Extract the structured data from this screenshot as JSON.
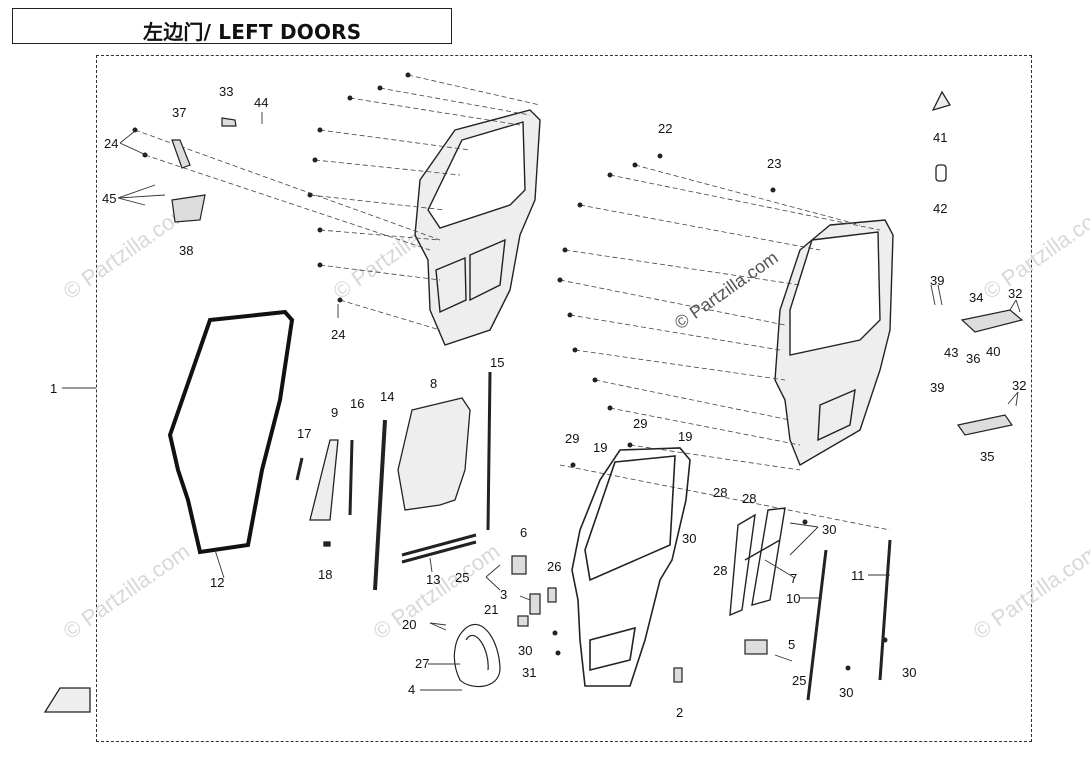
{
  "title": "左边门/ LEFT DOORS",
  "watermark": "© Partzilla.com",
  "callouts": [
    {
      "id": "c1",
      "label": "1"
    },
    {
      "id": "c2",
      "label": "2"
    },
    {
      "id": "c3",
      "label": "3"
    },
    {
      "id": "c4",
      "label": "4"
    },
    {
      "id": "c5",
      "label": "5"
    },
    {
      "id": "c6",
      "label": "6"
    },
    {
      "id": "c7",
      "label": "7"
    },
    {
      "id": "c8",
      "label": "8"
    },
    {
      "id": "c9",
      "label": "9"
    },
    {
      "id": "c10",
      "label": "10"
    },
    {
      "id": "c11",
      "label": "11"
    },
    {
      "id": "c12",
      "label": "12"
    },
    {
      "id": "c13",
      "label": "13"
    },
    {
      "id": "c14",
      "label": "14"
    },
    {
      "id": "c15",
      "label": "15"
    },
    {
      "id": "c16",
      "label": "16"
    },
    {
      "id": "c17",
      "label": "17"
    },
    {
      "id": "c18",
      "label": "18"
    },
    {
      "id": "c19a",
      "label": "19"
    },
    {
      "id": "c19b",
      "label": "19"
    },
    {
      "id": "c20",
      "label": "20"
    },
    {
      "id": "c21",
      "label": "21"
    },
    {
      "id": "c22",
      "label": "22"
    },
    {
      "id": "c23",
      "label": "23"
    },
    {
      "id": "c24a",
      "label": "24"
    },
    {
      "id": "c24b",
      "label": "24"
    },
    {
      "id": "c25a",
      "label": "25"
    },
    {
      "id": "c25b",
      "label": "25"
    },
    {
      "id": "c26",
      "label": "26"
    },
    {
      "id": "c27",
      "label": "27"
    },
    {
      "id": "c28a",
      "label": "28"
    },
    {
      "id": "c28b",
      "label": "28"
    },
    {
      "id": "c28c",
      "label": "28"
    },
    {
      "id": "c29a",
      "label": "29"
    },
    {
      "id": "c29b",
      "label": "29"
    },
    {
      "id": "c30a",
      "label": "30"
    },
    {
      "id": "c30b",
      "label": "30"
    },
    {
      "id": "c30c",
      "label": "30"
    },
    {
      "id": "c30d",
      "label": "30"
    },
    {
      "id": "c30e",
      "label": "30"
    },
    {
      "id": "c31",
      "label": "31"
    },
    {
      "id": "c32a",
      "label": "32"
    },
    {
      "id": "c32b",
      "label": "32"
    },
    {
      "id": "c33",
      "label": "33"
    },
    {
      "id": "c34",
      "label": "34"
    },
    {
      "id": "c35",
      "label": "35"
    },
    {
      "id": "c36",
      "label": "36"
    },
    {
      "id": "c37",
      "label": "37"
    },
    {
      "id": "c38",
      "label": "38"
    },
    {
      "id": "c39a",
      "label": "39"
    },
    {
      "id": "c39b",
      "label": "39"
    },
    {
      "id": "c40",
      "label": "40"
    },
    {
      "id": "c41",
      "label": "41"
    },
    {
      "id": "c42",
      "label": "42"
    },
    {
      "id": "c43",
      "label": "43"
    },
    {
      "id": "c44",
      "label": "44"
    },
    {
      "id": "c45",
      "label": "45"
    }
  ]
}
